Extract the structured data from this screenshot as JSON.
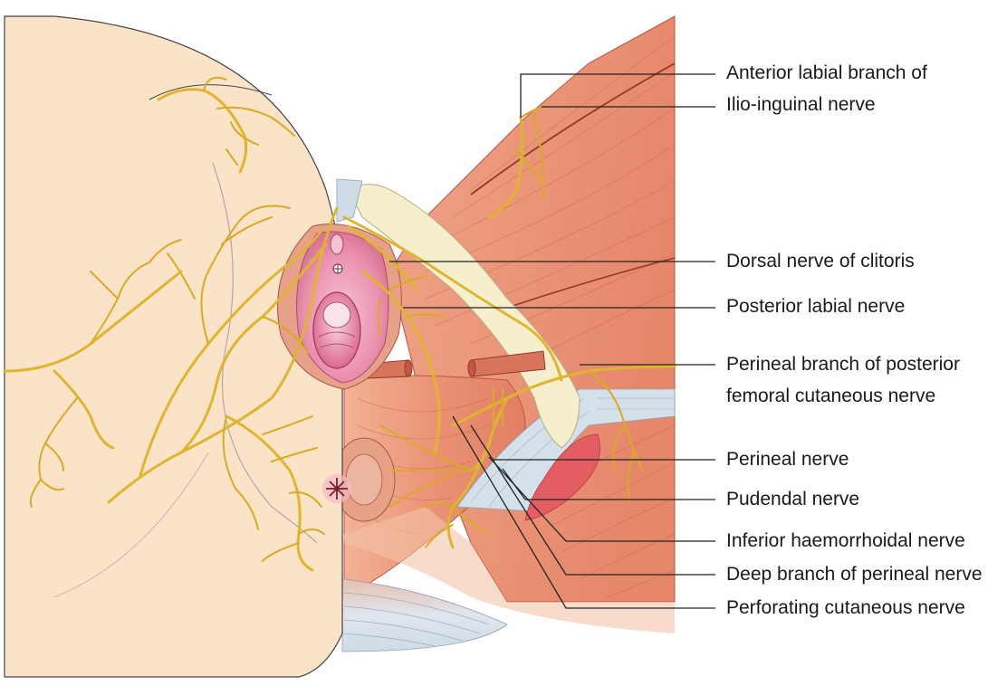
{
  "labels": [
    {
      "id": "anterior-labial",
      "lines": [
        "Anterior labial branch of",
        "Ilio-inguinal nerve"
      ]
    },
    {
      "id": "dorsal-clitoris",
      "lines": [
        "Dorsal nerve of clitoris"
      ]
    },
    {
      "id": "posterior-labial",
      "lines": [
        "Posterior labial nerve"
      ]
    },
    {
      "id": "perineal-branch",
      "lines": [
        "Perineal branch of posterior",
        "femoral cutaneous nerve"
      ]
    },
    {
      "id": "perineal-nerve",
      "lines": [
        "Perineal nerve"
      ]
    },
    {
      "id": "pudendal-nerve",
      "lines": [
        "Pudendal nerve"
      ]
    },
    {
      "id": "inferior-haemorrhoidal",
      "lines": [
        "Inferior haemorrhoidal nerve"
      ]
    },
    {
      "id": "deep-branch",
      "lines": [
        "Deep branch of perineal nerve"
      ]
    },
    {
      "id": "perforating-cutaneous",
      "lines": [
        "Perforating cutaneous nerve"
      ]
    }
  ],
  "colors": {
    "skin": "#fbe3c8",
    "muscle": "#e98f72",
    "muscle_dark": "#d46c55",
    "fascia": "#d4e0ea",
    "ligament": "#f5efce",
    "nerve": "#e0b52e",
    "mucosa": "#e889a6",
    "line": "#222222"
  }
}
